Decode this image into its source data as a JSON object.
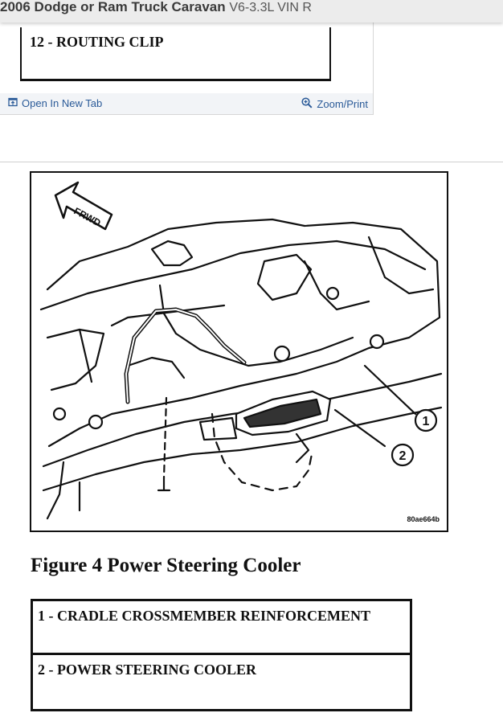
{
  "header": {
    "title": "2006 Dodge or Ram Truck Caravan",
    "subtitle": "V6-3.3L VIN R"
  },
  "previous_figure": {
    "legend_item": "12 - ROUTING CLIP",
    "open_tab_label": "Open In New Tab",
    "zoom_print_label": "Zoom/Print"
  },
  "figure": {
    "callouts": [
      "1",
      "2"
    ],
    "frwd_label": "FRWD",
    "code": "80ae664b",
    "caption": "Figure 4 Power Steering Cooler",
    "legend": [
      "1 - CRADLE CROSSMEMBER REINFORCEMENT",
      "2 - POWER STEERING COOLER"
    ]
  },
  "icons": {
    "open_tab": "open-in-new-tab-icon",
    "zoom": "zoom-in-icon"
  },
  "colors": {
    "link": "#2a5a98",
    "header_bg": "#ececec"
  }
}
